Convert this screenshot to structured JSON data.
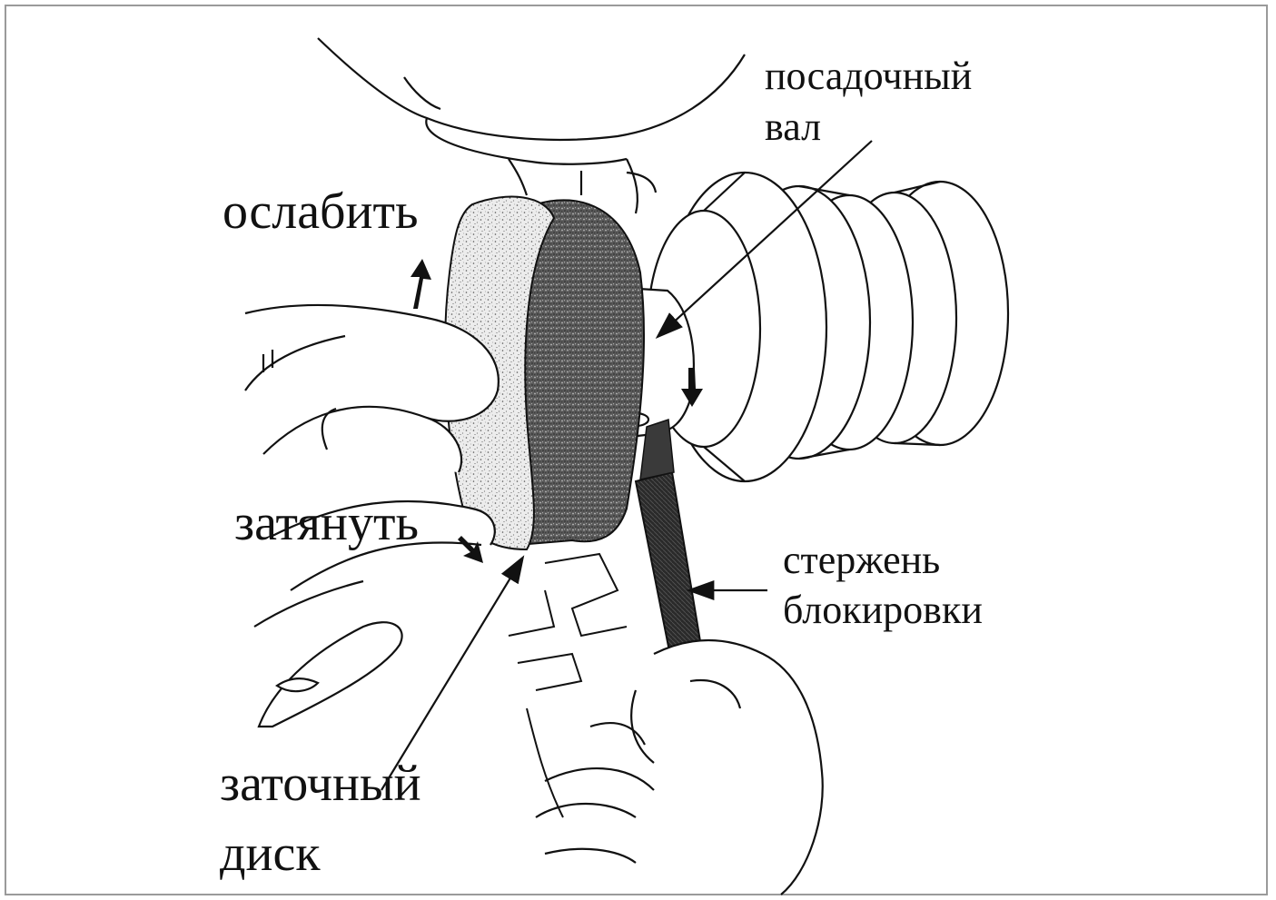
{
  "labels": {
    "arbor": [
      "посадочный",
      "вал"
    ],
    "loosen": "ослабить",
    "tighten": "затянуть",
    "lock_pin": [
      "стержень",
      "блокировки"
    ],
    "wheel": [
      "заточный",
      "диск"
    ]
  },
  "colors": {
    "ink": "#111111",
    "frame": "#9a9a9a",
    "background": "#ffffff",
    "stone_light": "#e8e8e8",
    "stone_dark": "#4a4a4a",
    "pin": "#1e1e1e"
  }
}
